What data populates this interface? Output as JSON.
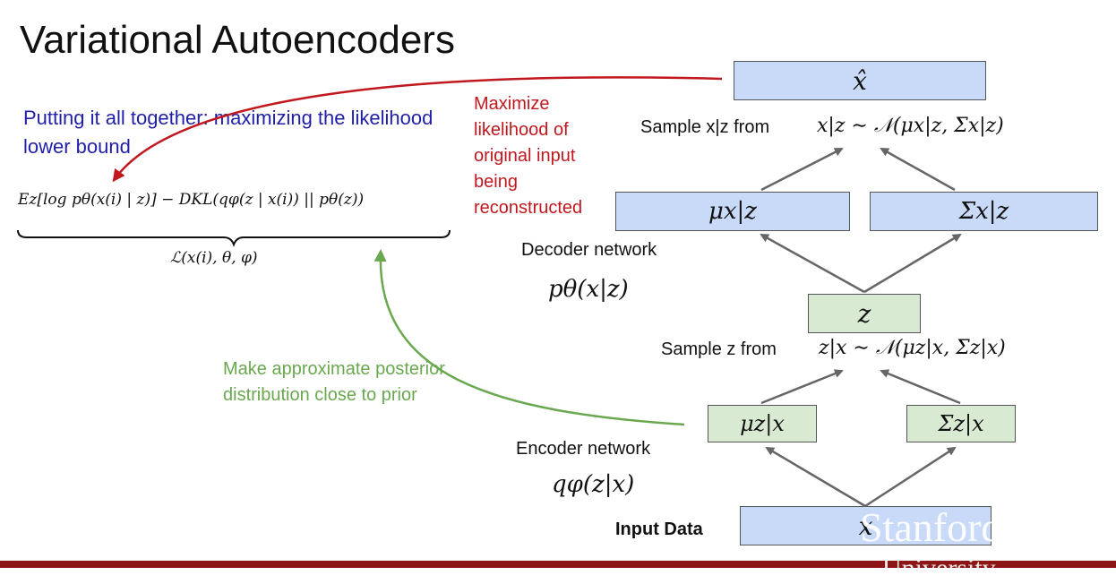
{
  "slide": {
    "title": "Variational Autoencoders",
    "blue_text": "Putting it all together: maximizing the likelihood lower bound",
    "red_text": "Maximize likelihood of original input being reconstructed",
    "green_text": "Make approximate posterior distribution close to prior",
    "formula": "Ez[log pθ(x(i) | z)] − DKL(qφ(z | x(i)) || pθ(z))",
    "lower_bound": "ℒ(x(i), θ, φ)",
    "sample_xz_label": "Sample x|z from",
    "sample_xz_expr": "x|z ∼ 𝒩(μx|z, Σx|z)",
    "sample_z_label": "Sample z from",
    "sample_z_expr": "z|x ∼ 𝒩(μz|x, Σz|x)",
    "decoder_label": "Decoder network",
    "decoder_expr": "pθ(x|z)",
    "encoder_label": "Encoder network",
    "encoder_expr": "qφ(z|x)",
    "input_label": "Input Data",
    "boxes": {
      "x_hat": "x̂",
      "mu_xz": "μx|z",
      "sigma_xz": "Σx|z",
      "z": "z",
      "mu_zx": "μz|x",
      "sigma_zx": "Σz|x",
      "x": "x"
    },
    "watermark_line1": "Stanford",
    "watermark_line2": "University"
  },
  "colors": {
    "blue_box": "#c9daf8",
    "green_box": "#d9ead3",
    "blue_text": "#1f1fa8",
    "red": "#c0181e",
    "green": "#6aa84f",
    "footer": "#8c1515"
  }
}
